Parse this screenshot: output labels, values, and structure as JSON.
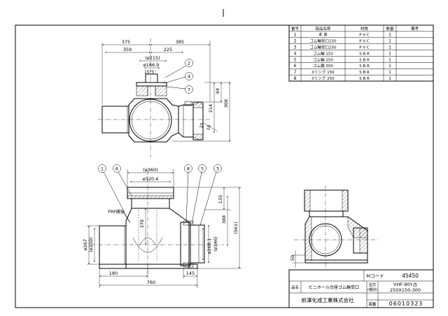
{
  "parts_table": {
    "headers": [
      "番号",
      "部品名称",
      "材質",
      "数量",
      "備考"
    ],
    "rows": [
      {
        "no": "1",
        "name": "本 体",
        "material": "P V C",
        "qty": "1"
      },
      {
        "no": "2",
        "name": "ゴム輪受口150",
        "material": "P V C",
        "qty": "1"
      },
      {
        "no": "3",
        "name": "ゴム輪受口250",
        "material": "P V C",
        "qty": "1"
      },
      {
        "no": "4",
        "name": "ゴム輪 150",
        "material": "S B R",
        "qty": "1"
      },
      {
        "no": "5",
        "name": "ゴム輪 250",
        "material": "S B R",
        "qty": "1"
      },
      {
        "no": "6",
        "name": "ゴム輪 300",
        "material": "S B R",
        "qty": "1"
      },
      {
        "no": "7",
        "name": "0リング 150",
        "material": "S B R",
        "qty": "1"
      },
      {
        "no": "8",
        "name": "0リング 250",
        "material": "S B R",
        "qty": "1"
      }
    ]
  },
  "top_view": {
    "dims": {
      "d375": "375",
      "d385": "385",
      "d359": "359",
      "d225": "225",
      "d215": "(ø215)",
      "d166": "ø166.9",
      "angle": "15°5'",
      "d84": "84",
      "d214": "214",
      "d308": "308",
      "d10": "10",
      "d10b": "10"
    },
    "balloons": [
      "2",
      "4",
      "7"
    ]
  },
  "front_view": {
    "dims": {
      "d360": "(ø360)",
      "d320": "ø320.4",
      "d378": "378",
      "d135": "135",
      "d388": "388",
      "d561": "(561)",
      "d267": "ø267",
      "d250": "(ø250)",
      "d346": "(ø346)",
      "d268": "ø268.1",
      "d180": "180",
      "d145": "145",
      "d760": "760"
    },
    "frp_label": "FRP補強",
    "balloons": [
      "1",
      "6",
      "8",
      "5",
      "3"
    ]
  },
  "side_view": {
    "d50": "50"
  },
  "title_block": {
    "mcode_label": "Mコード",
    "mcode": "45450",
    "name_label": "品名",
    "name": "ビニホール台座ゴム輪受口",
    "model_label_1": "型式",
    "model_label_2": "(種別)",
    "model_1": "VHF-90Y占",
    "model_2": "250X150-300",
    "company": "前澤化成工業株式会社",
    "drawing_no_label": "図番",
    "drawing_no": "06010323"
  }
}
